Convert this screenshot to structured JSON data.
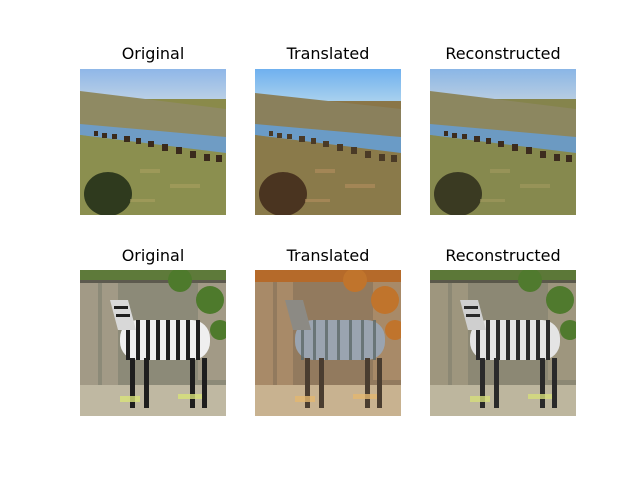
{
  "rows": [
    {
      "titles": [
        "Original",
        "Translated",
        "Reconstructed"
      ],
      "scene": "horses grazing in a grassy field beside a lake under a blue sky"
    },
    {
      "titles": [
        "Original",
        "Translated",
        "Reconstructed"
      ],
      "scene": "zebra standing in front of a wooden fence with trees"
    }
  ]
}
